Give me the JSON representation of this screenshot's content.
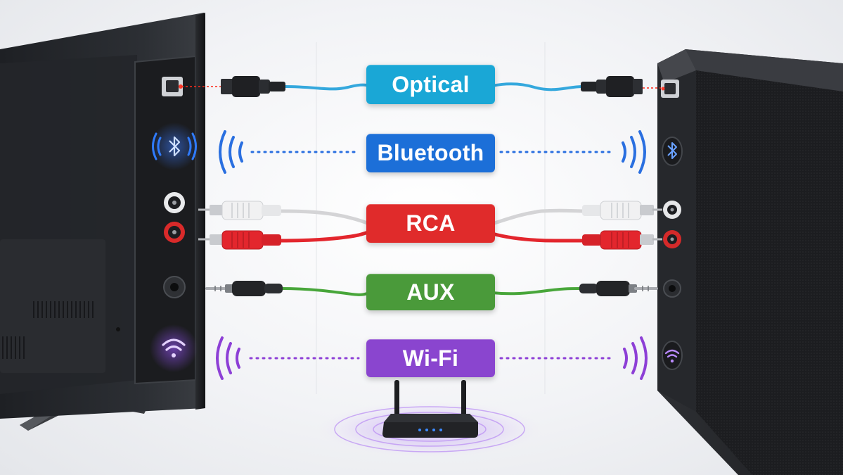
{
  "connections": [
    {
      "id": "optical",
      "label": "Optical",
      "color": "#1aa7d6",
      "kind": "cable",
      "cable_color": "#35a8dd"
    },
    {
      "id": "bluetooth",
      "label": "Bluetooth",
      "color": "#1c6fd8",
      "kind": "wireless",
      "wave_color": "#2a6fe0"
    },
    {
      "id": "rca",
      "label": "RCA",
      "color": "#e02b2b",
      "kind": "rca-cable",
      "cable_colors": [
        "#d9d9d9",
        "#e3262d"
      ]
    },
    {
      "id": "aux",
      "label": "AUX",
      "color": "#4a9a3a",
      "kind": "cable",
      "cable_color": "#48a63a"
    },
    {
      "id": "wifi",
      "label": "Wi-Fi",
      "color": "#8a45cf",
      "kind": "wireless",
      "wave_color": "#8d3fd6"
    }
  ],
  "devices": {
    "tv": {
      "icon": "tv-side-panel"
    },
    "speaker": {
      "icon": "speaker-side-panel"
    },
    "router": {
      "icon": "router-icon",
      "glow_color": "#a56cf0"
    }
  }
}
